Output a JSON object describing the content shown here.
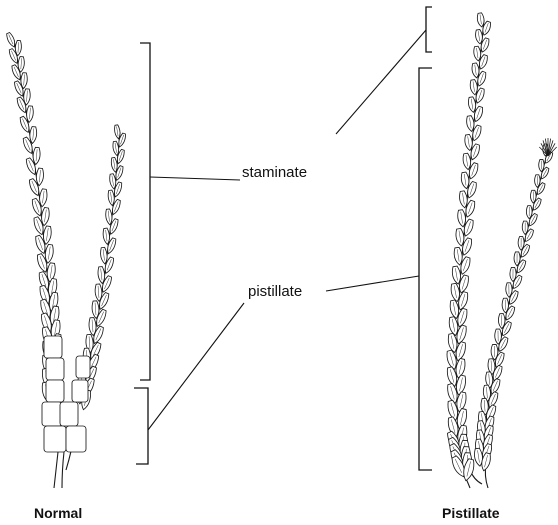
{
  "labels": {
    "staminate": "staminate",
    "pistillate": "pistillate"
  },
  "captions": {
    "left": "Normal",
    "right": "Pistillate"
  }
}
